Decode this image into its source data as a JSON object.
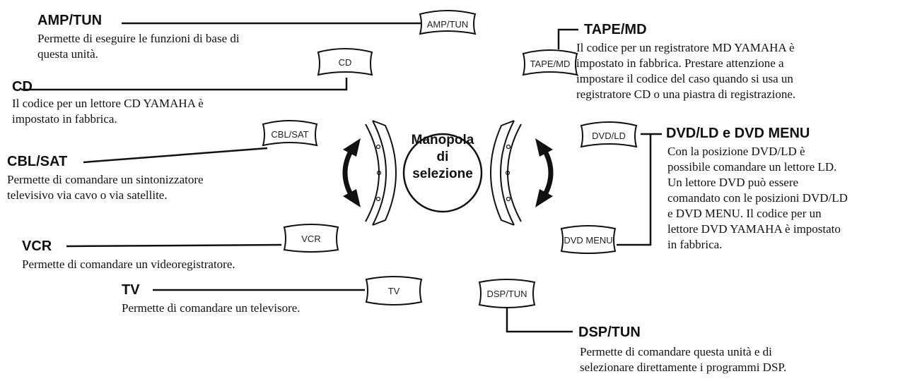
{
  "center": {
    "line1": "Manopola",
    "line2": "di",
    "line3": "selezione"
  },
  "buttons": {
    "amp_tun": "AMP/TUN",
    "cd": "CD",
    "cbl_sat": "CBL/SAT",
    "vcr": "VCR",
    "tv": "TV",
    "tape_md": "TAPE/MD",
    "dvd_ld": "DVD/LD",
    "dvd_menu": "DVD MENU",
    "dsp_tun": "DSP/TUN"
  },
  "labels": {
    "amp_tun": {
      "title": "AMP/TUN",
      "lines": [
        "Permette di eseguire le funzioni di base di",
        "questa unità."
      ]
    },
    "cd": {
      "title": "CD",
      "lines": [
        "Il codice per un lettore CD YAMAHA è",
        "impostato in fabbrica."
      ]
    },
    "cbl_sat": {
      "title": "CBL/SAT",
      "lines": [
        "Permette di comandare un sintonizzatore",
        "televisivo via cavo o via satellite."
      ]
    },
    "vcr": {
      "title": "VCR",
      "lines": [
        "Permette di comandare un videoregistratore."
      ]
    },
    "tv": {
      "title": "TV",
      "lines": [
        "Permette di comandare un televisore."
      ]
    },
    "tape_md": {
      "title": "TAPE/MD",
      "lines": [
        "Il codice per un registratore MD YAMAHA è",
        "impostato in fabbrica. Prestare attenzione a",
        "impostare il codice del caso quando si usa un",
        "registratore CD o una piastra di registrazione."
      ]
    },
    "dvd_ld": {
      "title": "DVD/LD e DVD MENU",
      "lines": [
        "Con la posizione DVD/LD è",
        "possibile comandare un lettore LD.",
        "Un lettore DVD può essere",
        "comandato con le posizioni DVD/LD",
        "e DVD MENU. Il codice per un",
        "lettore DVD YAMAHA è impostato",
        "in fabbrica."
      ]
    },
    "dsp_tun": {
      "title": "DSP/TUN",
      "lines": [
        "Permette di comandare questa unità e di",
        "selezionare direttamente i programmi DSP."
      ]
    }
  }
}
